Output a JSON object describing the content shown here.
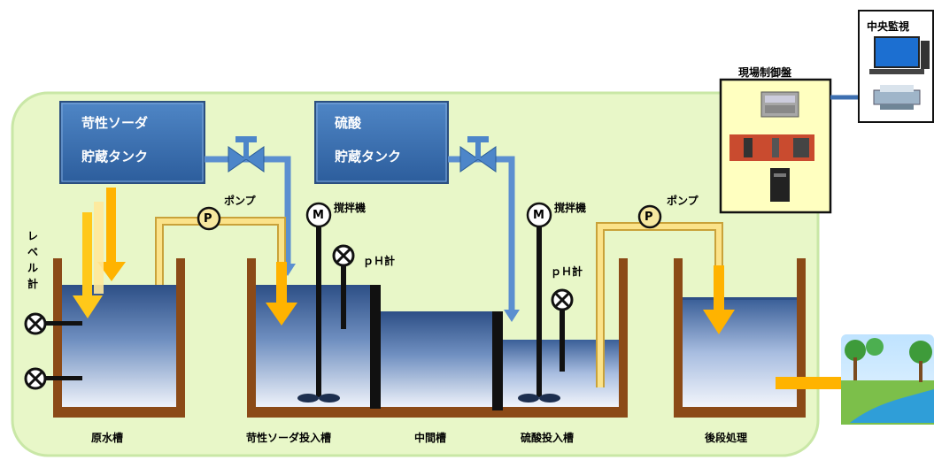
{
  "tanks": {
    "naoh_storage": {
      "line1": "苛性ソーダ",
      "line2": "貯蔵タンク"
    },
    "acid_storage": {
      "line1": "硫酸",
      "line2": "貯蔵タンク"
    }
  },
  "labels": {
    "pump_left": "ポンプ",
    "pump_right": "ポンプ",
    "mixer_left": "撹拌機",
    "mixer_right": "撹拌機",
    "ph_left": "ｐＨ計",
    "ph_right": "ｐＨ計",
    "level_gauge": [
      "レ",
      "ベ",
      "ル",
      "計"
    ],
    "field_panel": "現場制御盤",
    "central_monitor": "中央監視",
    "pump_symbol": "P",
    "motor_symbol": "M"
  },
  "basins": {
    "raw": "原水槽",
    "naoh_dose": "苛性ソーダ投入槽",
    "middle": "中間槽",
    "acid_dose": "硫酸投入槽",
    "post": "後段処理"
  },
  "colors": {
    "background_panel": "#e8f7c8",
    "panel_border": "#c8e6a0",
    "tank_blue": "#3f74b4",
    "pipe_blue": "#5b8fd0",
    "pipe_yellow": "#f2d36a",
    "arrow_orange": "#ffb300",
    "basin_brown": "#8b4a17",
    "control_yellow": "#ffffc0"
  }
}
